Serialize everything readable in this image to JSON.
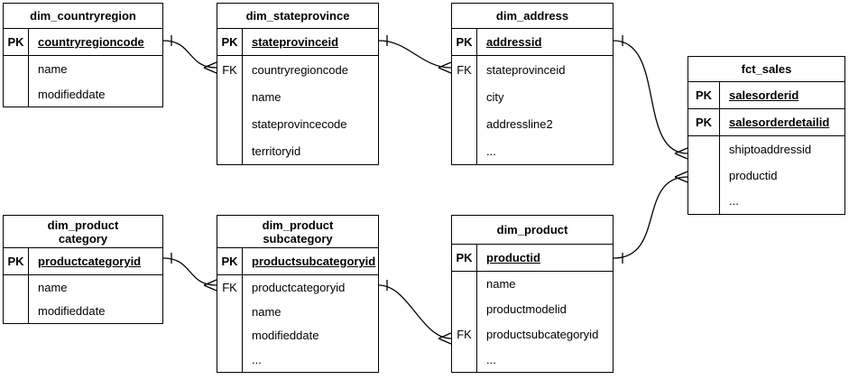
{
  "colors": {
    "line": "#000000",
    "background": "#ffffff",
    "table_fill": "#ffffff",
    "text": "#000000"
  },
  "tables": {
    "countryregion": {
      "title": "dim_countryregion",
      "keys": [
        {
          "label": "PK",
          "field": "countryregioncode"
        }
      ],
      "attrs": [
        {
          "label": "",
          "field": "name"
        },
        {
          "label": "",
          "field": "modifieddate"
        }
      ]
    },
    "stateprovince": {
      "title": "dim_stateprovince",
      "keys": [
        {
          "label": "PK",
          "field": "stateprovinceid"
        }
      ],
      "attrs": [
        {
          "label": "FK",
          "field": "countryregioncode"
        },
        {
          "label": "",
          "field": "name"
        },
        {
          "label": "",
          "field": "stateprovincecode"
        },
        {
          "label": "",
          "field": "territoryid"
        }
      ]
    },
    "address": {
      "title": "dim_address",
      "keys": [
        {
          "label": "PK",
          "field": "addressid"
        }
      ],
      "attrs": [
        {
          "label": "FK",
          "field": "stateprovinceid"
        },
        {
          "label": "",
          "field": "city"
        },
        {
          "label": "",
          "field": "addressline2"
        },
        {
          "label": "",
          "field": "..."
        }
      ]
    },
    "fct_sales": {
      "title": "fct_sales",
      "keys": [
        {
          "label": "PK",
          "field": "salesorderid"
        },
        {
          "label": "PK",
          "field": "salesorderdetailid"
        }
      ],
      "attrs": [
        {
          "label": "",
          "field": "shiptoaddressid"
        },
        {
          "label": "",
          "field": "productid"
        },
        {
          "label": "",
          "field": "..."
        }
      ]
    },
    "productcategory": {
      "title": "dim_product\ncategory",
      "keys": [
        {
          "label": "PK",
          "field": "productcategoryid"
        }
      ],
      "attrs": [
        {
          "label": "",
          "field": "name"
        },
        {
          "label": "",
          "field": "modifieddate"
        }
      ]
    },
    "productsubcategory": {
      "title": "dim_product\nsubcategory",
      "keys": [
        {
          "label": "PK",
          "field": "productsubcategoryid"
        }
      ],
      "attrs": [
        {
          "label": "FK",
          "field": "productcategoryid"
        },
        {
          "label": "",
          "field": "name"
        },
        {
          "label": "",
          "field": "modifieddate"
        },
        {
          "label": "",
          "field": "..."
        }
      ]
    },
    "product": {
      "title": "dim_product",
      "keys": [
        {
          "label": "PK",
          "field": "productid"
        }
      ],
      "attrs": [
        {
          "label": "",
          "field": "name"
        },
        {
          "label": "",
          "field": "productmodelid"
        },
        {
          "label": "FK",
          "field": "productsubcategoryid"
        },
        {
          "label": "",
          "field": "..."
        }
      ]
    }
  },
  "relationships": [
    {
      "from": "dim_countryregion.countryregioncode",
      "to": "dim_stateprovince.countryregioncode",
      "from_cardinality": "one",
      "to_cardinality": "many"
    },
    {
      "from": "dim_stateprovince.stateprovinceid",
      "to": "dim_address.stateprovinceid",
      "from_cardinality": "one",
      "to_cardinality": "many"
    },
    {
      "from": "dim_address.addressid",
      "to": "fct_sales.shiptoaddressid",
      "from_cardinality": "one",
      "to_cardinality": "many"
    },
    {
      "from": "dim_product.productid",
      "to": "fct_sales.productid",
      "from_cardinality": "one",
      "to_cardinality": "many"
    },
    {
      "from": "dim_productcategory.productcategoryid",
      "to": "dim_productsubcategory.productcategoryid",
      "from_cardinality": "one",
      "to_cardinality": "many"
    },
    {
      "from": "dim_productsubcategory.productsubcategoryid",
      "to": "dim_product.productsubcategoryid",
      "from_cardinality": "one",
      "to_cardinality": "many"
    }
  ]
}
